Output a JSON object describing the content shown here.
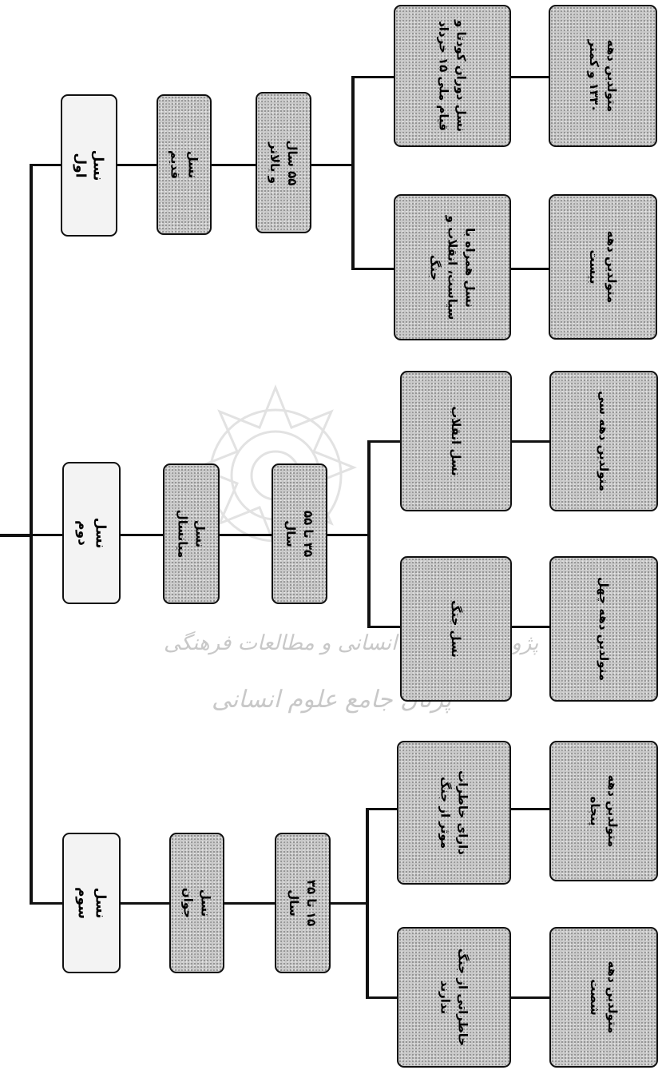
{
  "generations": [
    {
      "title": "نسل اول",
      "name": "نسل قدیم",
      "age_range": "۵۵ سال و بالاتر",
      "branches": [
        {
          "trait": "نسل دوران کودتا و قیام ملی ۱۵ خرداد",
          "decade": "متولدین دهه ۱۳۳۰ و کمتر"
        },
        {
          "trait": "نسل همراه با سیاست، انقلاب و جنگ",
          "decade": "متولدین دهه بیست"
        }
      ]
    },
    {
      "title": "نسل دوم",
      "name": "نسل میانسال",
      "age_range": "۳۵ تا ۵۵ سال",
      "branches": [
        {
          "trait": "نسل انقلاب",
          "decade": "متولدین دهه سی"
        },
        {
          "trait": "نسل جنگ",
          "decade": "متولدین دهه چهل"
        }
      ]
    },
    {
      "title": "نسل سوم",
      "name": "نسل جوان",
      "age_range": "۱۵ تا ۳۵ سال",
      "branches": [
        {
          "trait": "دارای خاطرات موثر از جنگ",
          "decade": "متولدین دهه پنجاه"
        },
        {
          "trait": "خاطراتی از جنگ ندارند",
          "decade": "متولدین دهه شصت"
        }
      ]
    }
  ],
  "watermark": {
    "line1": "پژوهشگاه علوم انسانی و مطالعات فرهنگی",
    "line2": "پرتال جامع علوم انسانی"
  }
}
